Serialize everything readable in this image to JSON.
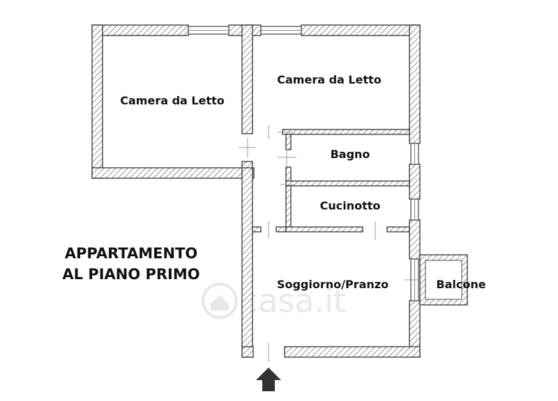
{
  "plan_title": {
    "line1": "APPARTAMENTO",
    "line2": "AL PIANO PRIMO"
  },
  "rooms": [
    {
      "id": "bedroom-1",
      "label": "Camera da Letto"
    },
    {
      "id": "bedroom-2",
      "label": "Camera da Letto"
    },
    {
      "id": "bathroom",
      "label": "Bagno"
    },
    {
      "id": "kitchenette",
      "label": "Cucinotto"
    },
    {
      "id": "living-dining",
      "label": "Soggiorno/Pranzo"
    },
    {
      "id": "balcony",
      "label": "Balcone"
    }
  ],
  "watermark": "casa.it",
  "colors": {
    "wall_hatch": "#777777",
    "wall_outline": "#333333",
    "arrow": "#333333",
    "text": "#111111"
  },
  "icons": {
    "entrance": "entrance-arrow-icon",
    "watermark_logo": "house-logo-icon"
  }
}
